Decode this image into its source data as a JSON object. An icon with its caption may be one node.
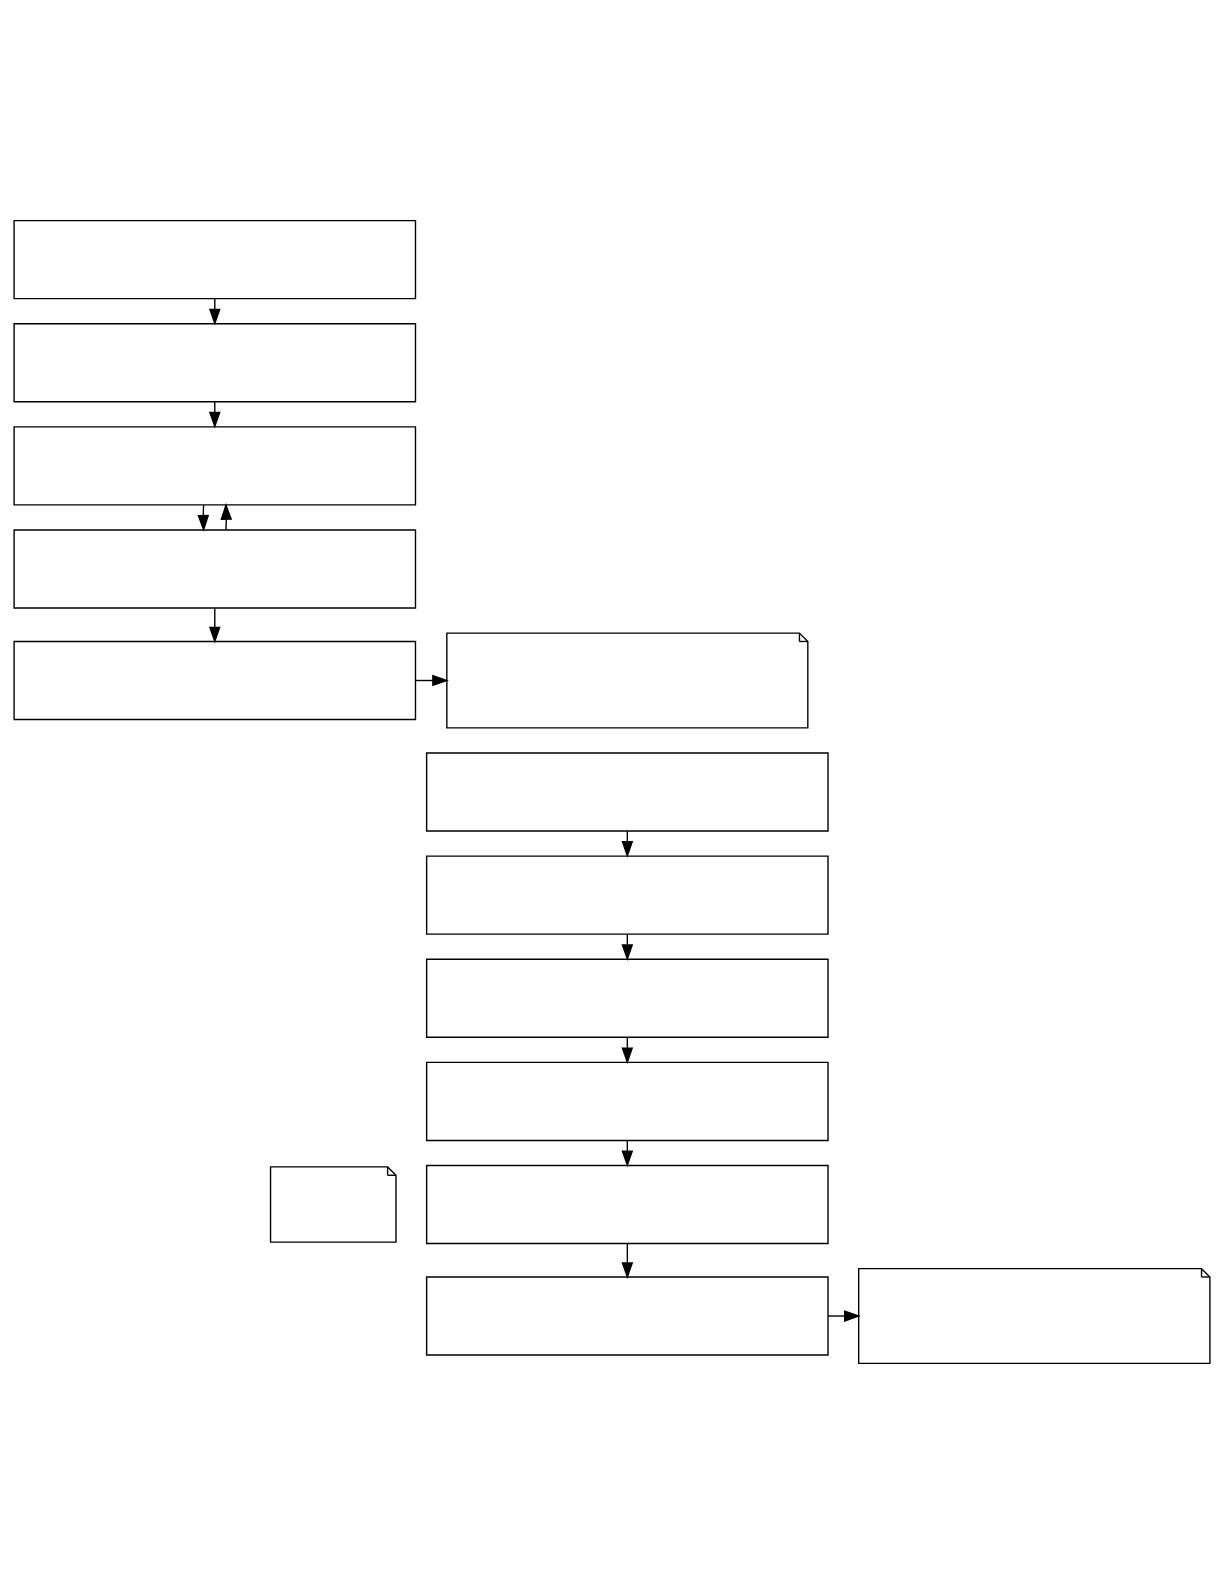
{
  "diagram": {
    "nodes": [
      {
        "text": [],
        "shape": "box"
      },
      {
        "text": [],
        "shape": "box"
      },
      {
        "text": [],
        "shape": "box"
      },
      {
        "text": [],
        "shape": "box"
      },
      {
        "text": [],
        "shape": "box"
      },
      {
        "text": [],
        "shape": "note"
      },
      {
        "text": [],
        "shape": "box"
      },
      {
        "text": [],
        "shape": "box"
      },
      {
        "text": [],
        "shape": "box"
      },
      {
        "text": [],
        "shape": "box"
      },
      {
        "text": [],
        "shape": "box"
      },
      {
        "text": [],
        "shape": "box"
      },
      {
        "text": [],
        "shape": "note"
      },
      {
        "text": [],
        "shape": "note"
      }
    ],
    "edges": [
      {
        "from": 0,
        "to": 1,
        "arrow": "to"
      },
      {
        "from": 1,
        "to": 2,
        "arrow": "to"
      },
      {
        "from": 2,
        "to": 3,
        "arrow": "to"
      },
      {
        "from": 3,
        "to": 2,
        "arrow": "to"
      },
      {
        "from": 3,
        "to": 4,
        "arrow": "to"
      },
      {
        "from": 4,
        "to": 5,
        "arrow": "to"
      },
      {
        "from": 6,
        "to": 7,
        "arrow": "to"
      },
      {
        "from": 7,
        "to": 8,
        "arrow": "to"
      },
      {
        "from": 8,
        "to": 9,
        "arrow": "to"
      },
      {
        "from": 9,
        "to": 10,
        "arrow": "to"
      },
      {
        "from": 10,
        "to": 11,
        "arrow": "to"
      },
      {
        "from": 11,
        "to": 12,
        "arrow": "to"
      }
    ]
  }
}
